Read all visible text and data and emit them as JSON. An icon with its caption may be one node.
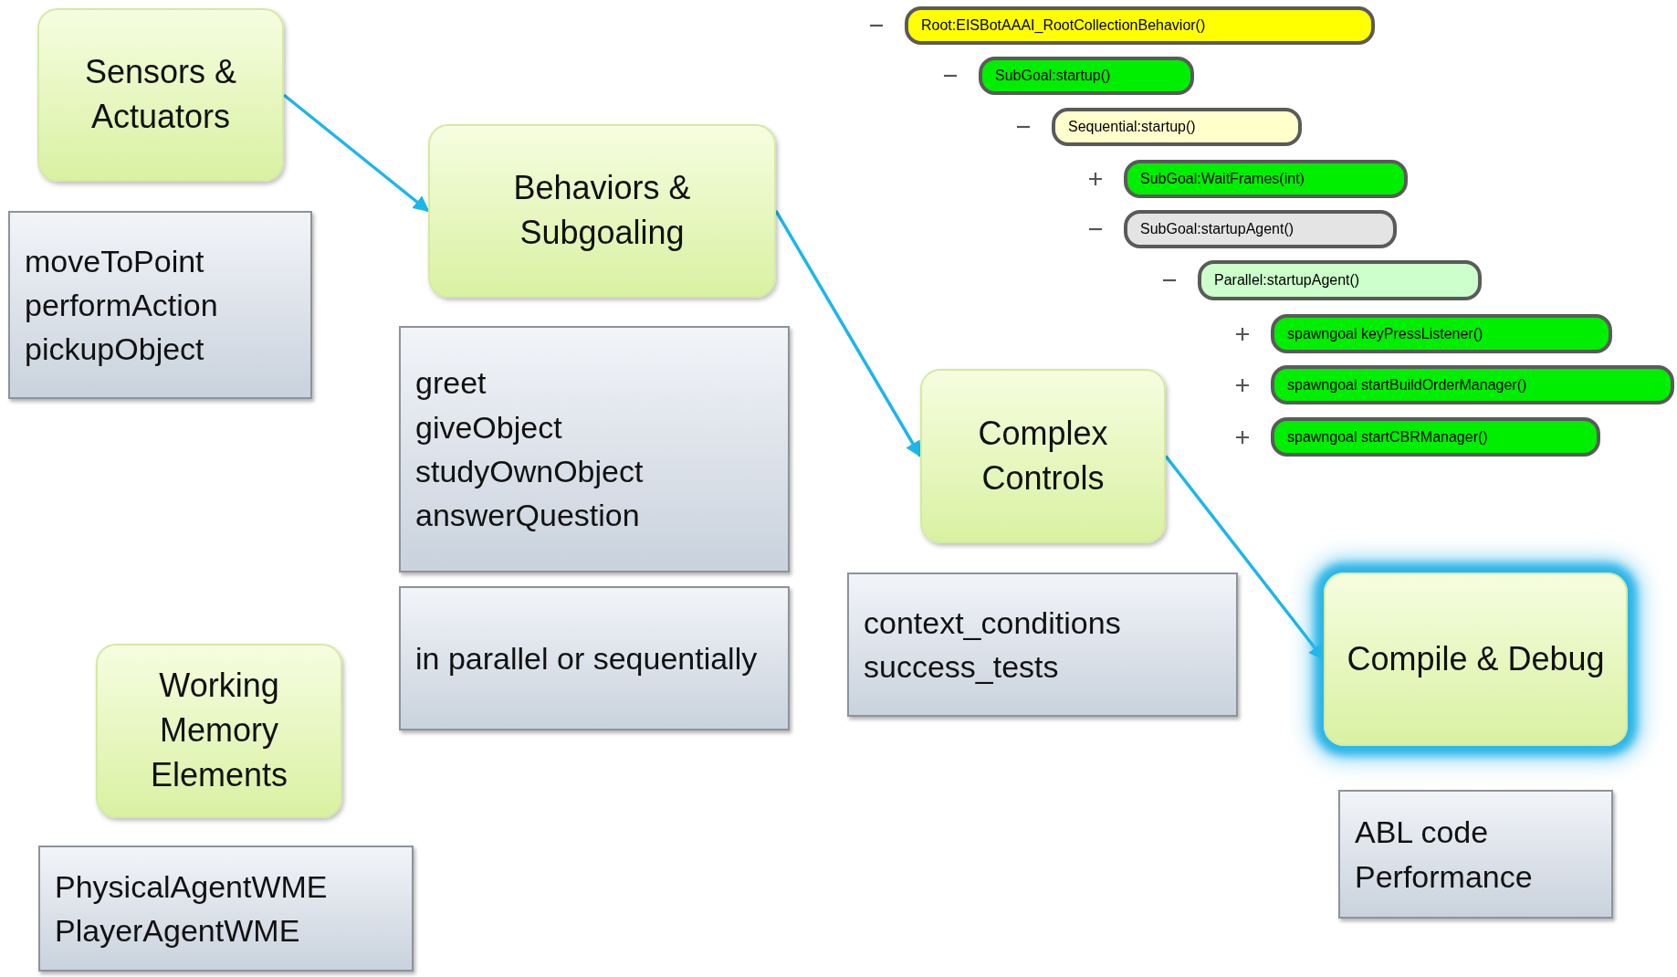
{
  "diagram": {
    "nodes": [
      {
        "text": [
          "Sensors & Actuators"
        ]
      },
      {
        "text": [
          "moveToPoint",
          "performAction",
          "pickupObject"
        ]
      },
      {
        "text": [
          "Behaviors & Subgoaling"
        ]
      },
      {
        "text": [
          "greet",
          "giveObject",
          "studyOwnObject",
          "answerQuestion"
        ]
      },
      {
        "text": [
          "in parallel or sequentially"
        ]
      },
      {
        "text": [
          "Complex Controls"
        ]
      },
      {
        "text": [
          "context_conditions",
          "success_tests"
        ]
      },
      {
        "text": [
          "Compile & Debug"
        ]
      },
      {
        "text": [
          "ABL code",
          "Performance"
        ]
      },
      {
        "text": [
          "Working Memory Elements"
        ]
      },
      {
        "text": [
          "PhysicalAgentWME",
          "PlayerAgentWME"
        ]
      },
      {
        "text": [
          "Root:EISBotAAAI_RootCollectionBehavior()"
        ]
      },
      {
        "text": [
          "SubGoal:startup()"
        ]
      },
      {
        "text": [
          "Sequential:startup()"
        ]
      },
      {
        "text": [
          "SubGoal:WaitFrames(int)"
        ]
      },
      {
        "text": [
          "SubGoal:startupAgent()"
        ]
      },
      {
        "text": [
          "Parallel:startupAgent()"
        ]
      },
      {
        "text": [
          "spawngoal keyPressListener()"
        ]
      },
      {
        "text": [
          "spawngoal startBuildOrderManager()"
        ]
      },
      {
        "text": [
          "spawngoal startCBRManager()"
        ]
      }
    ],
    "edges": [
      {
        "from": 0,
        "to": 2,
        "arrow": "to"
      },
      {
        "from": 2,
        "to": 5,
        "arrow": "to"
      },
      {
        "from": 5,
        "to": 7,
        "arrow": "to"
      }
    ]
  }
}
